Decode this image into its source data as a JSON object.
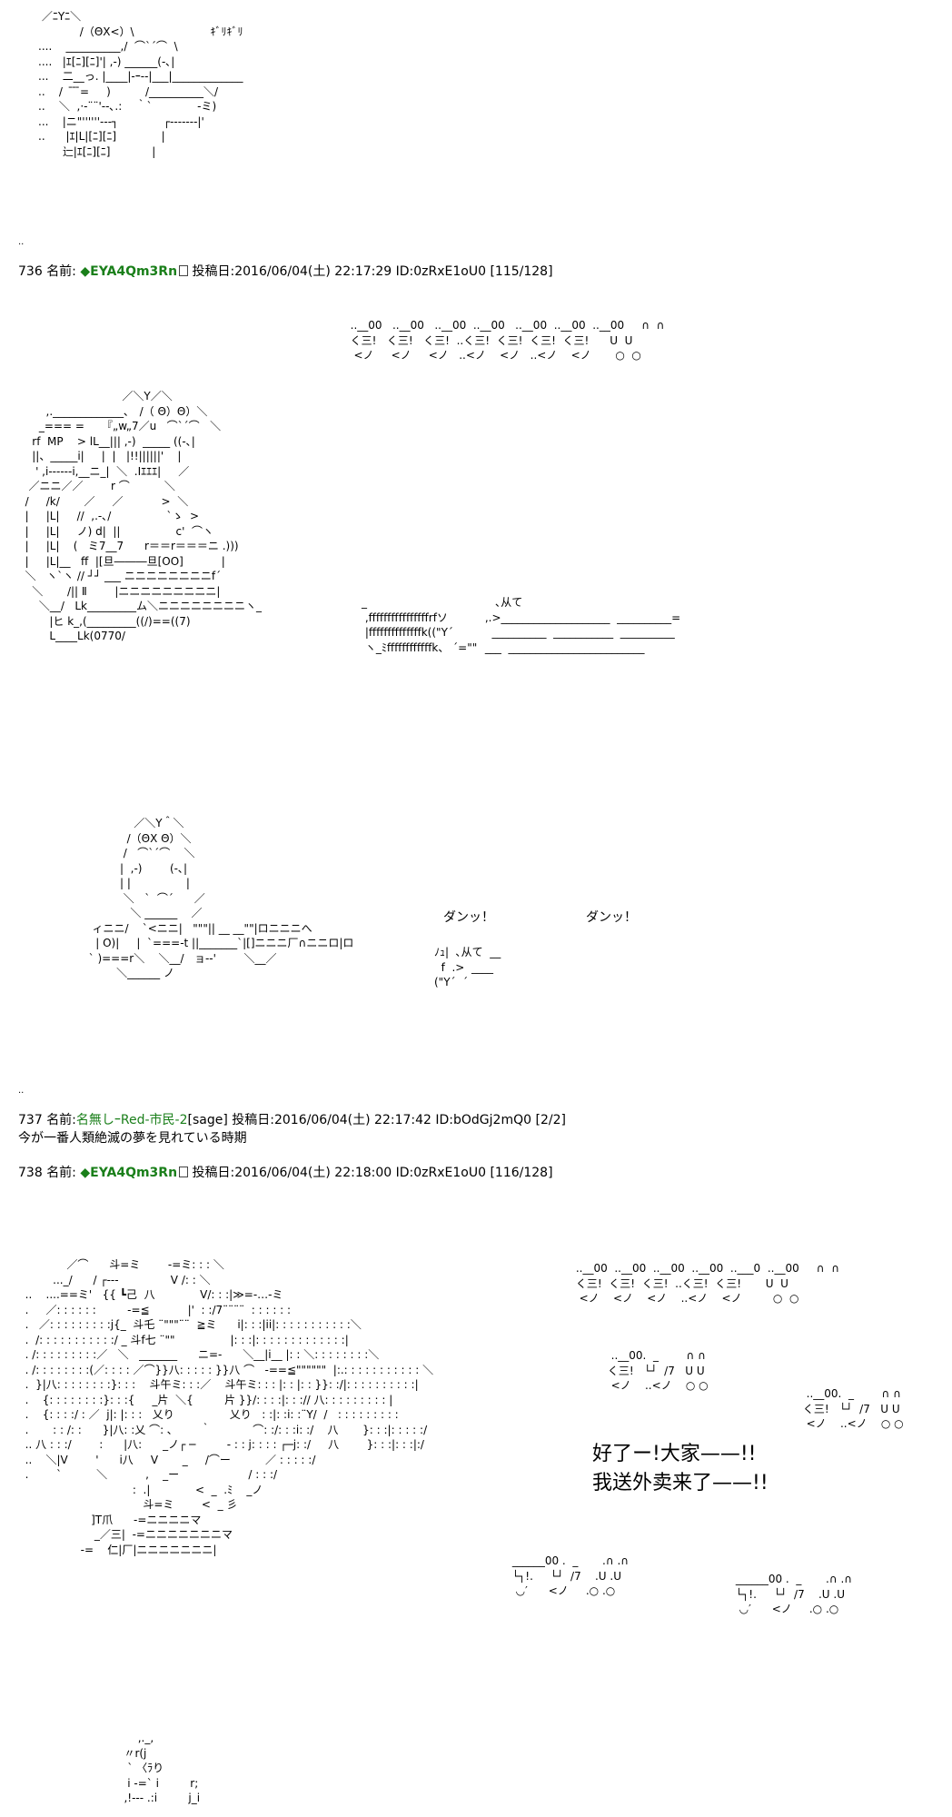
{
  "art": {
    "a1": " ／ﾆYﾆ＼\n            /（ΘΧ<）\\                      ｷﾞﾘｷﾞﾘ\n....    __________,/  ⌒`´⌒  \\\n....   |ｴ[ﾆ][ﾆ]'| ,-) ______(-､|\n...    二__っ. |____|-ｰ--|___|_____________\n..    /   ̄ ̄ ̄=     )          /__________＼/\n..    ＼  ,·‐¨¨'‐-､.:    ｀`             ‐ミ)\n...    |ニ\"''''''--‐┐             ┌------‐|'\n..      |ｴ|L|[ﾆ][ﾆ]             |\n       辷|ｴ[ﾆ][ﾆ]            |",
    "a2": "  ..__00   ..__00   ..__00  ..__00   ..__00  ..__00  ..__00     ∩  ∩\n  く三!   く三!   く三!  ..く三!  く三!  く三!  く三!      U  U\n   <ノ     <ノ     <ノ   ..<ノ    <ノ   ..<ノ    <ノ       ○  ○",
    "a3": "                              ／＼Y／＼\n        ,._____________､   /（ Θ）Θ）＼\n      _=== =     『„w„7／u   ⌒`´⌒   ＼\n    rf  MP    > lL__||| ,-)  _____ ((-､|\n    ||、_____i|     |  |   |!!||||||'    |\n     ' ,i‐‐‐‐‐‐i,__ニ_|  ＼  .Iｴｴｴ|     ／\n   ／ニニ／／        r ⌒          ＼\n  /     /k/       ／     ／           >  ＼\n  |     |L|     //  ,.‐､/                `ゝ  >\n  |     |L|     ノ) d|  ||                c'  ⌒ヽ\n  |     |L|    (   ミ7__7      r＝＝r＝＝＝ニ .)))\n  |     |L|__   ff  |[旦―――旦[ΟΟ]           |\n  ＼   ヽ`ヽ // ┘┘ ___ ニニニニニニニニf´\n    ＼       /|| Ⅱ        |ニニニニニニニニニ|\n      ＼__/   Lk_________ム＼ニニニニニニニニヽ_\n         |ヒ k_,(_________((/)==((7)\n         L____Lk(0770/",
    "a3b": "_\n ,ffffffffffffffffrfソ\n |ffffffffffffffk((\"Y´\n ヽ_ﾐffffffffffffk、 ´=\"\"",
    "a3c": "    ､从て\n ,.>____________________  __________=\n   __________  ___________  __________\n ___  _________________________",
    "a4": "               ／＼Y＾＼\n             /（ΘΧ Θ）＼\n            /   ⌒`´⌒    ＼\n           |  ,-)        (-､|\n           | |                |\n            ＼   `  ⌒´      ／\n              ＼ ______    ／\n   ィニニ/    `<ニニ|   \"\"\"|| __ __\"\"|ロニニニへ\n    | Ο)|     |  `===‐t ||_______`|[]ニニニ厂∩ニニロ|ロ\n  ` )===r＼    ＼__/   ョ‐‐'        ＼__／\n          ＼______ ノ",
    "a4b": "ﾉｭ|  ､从て  __\n  f  .>  ____\n(\"Y´  ´",
    "a5": "              ／⌒      斗=ミ        ‐=ミ: : : ＼\n          ..._/      / ┌‐‐‐               V /: : ＼\n  ..    ....==ミ'   {{ ┗己  八             V/: : :|≫=‐…‐ミ\n  .     ／: : : : : :         ‐=≦           |'  : :/7¨¨¨¨  : : : : : :\n  .   ／: : : : : : : : :j{_  斗乇 ¨\"\"\"¨¨  ≧ミ      i|: : :|ii|: : : : : : : : : : :＼\n  .  /: : : : : : : : : : :/ _ 斗f七 ¨\"\"                |: : :|: : : : : : : : : : : : :|\n  . /: : : : : : : : :／   ＼   _______      ニ=-      ＼__|i__ |: : ＼: : : : : : : :＼\n  . /: : : : : : : :(／: : : : ／⌒}}八: : : : : }}八 ⌒   ‐==≦\"\"\"\"\"\"  |:.: : : : : : : : : : : ＼\n  .  }|八: : : : : : : :}: : :    斗午ミ: : :／    斗午ミ: : : |: : |: : }}: :/|: : : : : : : : : :|\n  .    {: : : : : : : :}: : :{     _片  ＼{         片 }}/: : : :|: : :// 八: : : : : : : : : |\n  .    {: : : :/ : ／  j|: |: : :   乂り                乂り   : :|: :i: :¨Y/  /   : : : : : : : : :\n  .       : : /: :      }|八: :乂 ⌒: ､        ｀            ⌒: :/: : :i: :/    八       }: : :|: : : : :/\n  .. 八 : : :/        :      |八:      _ノ┌ ─         ‐ : : j: : : : ┌─j: :/     八        }: : :|: : :|:/\n  ..    ＼|V        '      i八     V       _     /⌒ー          ／ : : : : :/\n  .        `          ＼           ,    _ー                    / : : :/\n                                 :  .|             <  _  .ﾐ    _ノ\n                                    斗=ミ        <  _ 彡 \n                     ]T爪      ‐=ニニニニマ\n                      _／三|  ‐=ニニニニニニニマ\n                  ‐=    仁|厂|ニニニニニニニ|",
    "a6": " ..__00  ..__00  ..__00  ..__00  ..___0  ..__00     ∩  ∩\n く三!  く三!  く三!  ..く三!  く三!       U  U\n  <ノ    <ノ    <ノ    ..<ノ    <ノ         ○  ○",
    "a7": "  ..__00.  _        ∩ ∩\n く三!   └┘  /7   U U\n  <ノ    ..<ノ    ○ ○",
    "a8": "  ..__00.  _        ∩ ∩\n く三!   └┘  /7   U U\n  <ノ    ..<ノ    ○ ○",
    "a9": " ______00 .  _       .∩ .∩\n └┐!.     └┘  /7    .U .U\n  ◡′      <ノ     .○ .○",
    "a10": " ______00 .  _       .∩ .∩\n └┐!.     └┘  /7    .U .U\n  ◡′      <ノ     .○ .○",
    "a11": "       ,._,\n   〃r(j\n    ` 〈ﾗり\n    i ‐=` i         r;\n   ,!‐‐‐ .:i         j_i"
  },
  "sfx": {
    "dan1": "ダンッ！",
    "dan2": "ダンッ！"
  },
  "posts": [
    {
      "num": "736",
      "name_label": "名前:",
      "trip": "◆EYA4Qm3Rn",
      "date_label": "投稿日:",
      "date": "2016/06/04(土) 22:17:29",
      "id": "ID:0zRxE1oU0",
      "count": "[115/128]"
    },
    {
      "num": "737",
      "name_label": "名前:",
      "name": "名無しｰRed-市民-2",
      "sage": "[sage]",
      "date_label": "投稿日:",
      "date": "2016/06/04(土) 22:17:42",
      "id": "ID:bOdGj2mQ0",
      "count": "[2/2]",
      "body": "今が一番人類絶滅の夢を見れている時期"
    },
    {
      "num": "738",
      "name_label": "名前:",
      "trip": "◆EYA4Qm3Rn",
      "date_label": "投稿日:",
      "date": "2016/06/04(土) 22:18:00",
      "id": "ID:0zRxE1oU0",
      "count": "[116/128]"
    }
  ],
  "separators": [
    "..",
    "..",
    ".."
  ],
  "speech": {
    "line1": "好了ー!大家——!!",
    "line2": "我送外卖来了——!!"
  }
}
